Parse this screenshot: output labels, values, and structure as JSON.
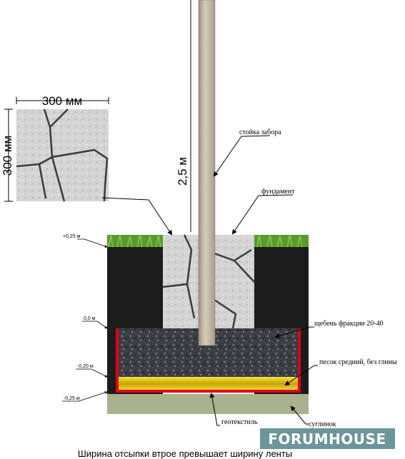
{
  "post_height_label": "2,5 м",
  "tile": {
    "width_label": "300 мм",
    "height_label": "300 мм"
  },
  "labels": {
    "post": "стойка забора",
    "foundation": "фундамент",
    "gravel": "щебень фракции 20-40",
    "sand": "песок средний, без глины",
    "geotextile": "геотекстиль",
    "loam": "суглинок"
  },
  "levels": [
    "+0,25 м",
    "0,0 м",
    "-0,20 м",
    "-0,25 м"
  ],
  "watermark": "FORUMHOUSE",
  "caption": "Ширина отсыпки втрое превышает ширину ленты",
  "colors": {
    "soil": "#1c1c1c",
    "geotextile": "#e0001a",
    "sand": "#e8c400",
    "loam": "#a9b28c",
    "post": "#c4b8a6",
    "grass": "#5a9a2e",
    "watermark_bg": "#5b8a8e"
  }
}
